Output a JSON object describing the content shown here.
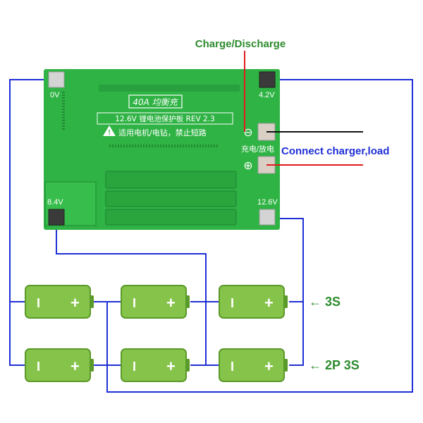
{
  "labels": {
    "charge_discharge": "Charge/Discharge",
    "connect_charger_load": "Connect charger,load",
    "row_3s": "← 3S",
    "row_2p3s": "← 2P 3S"
  },
  "board": {
    "title": "40A 均衡充",
    "spec": "12.6V 锂电池保护板 REV 2.3",
    "warning": "适用电机/电钻，禁止短路",
    "pad_0v": "0V",
    "pad_42v": "4.2V",
    "pad_84v": "8.4V",
    "pad_126v": "12.6V",
    "charge_discharge_port": "充电/放电",
    "minus_symbol": "⊖",
    "plus_symbol": "⊕",
    "warning_symbol": "!"
  },
  "battery": {
    "minus": "I",
    "plus": "+"
  },
  "colors": {
    "pcb": "#2fb344",
    "pcb_dark": "#1f8a34",
    "battery_fill": "#86c34a",
    "battery_edge": "#5a9a2a",
    "wire_blue": "#1f2fd6",
    "wire_red": "#e01b1b",
    "wire_black": "#111111",
    "label_green": "#2e8b2e"
  }
}
